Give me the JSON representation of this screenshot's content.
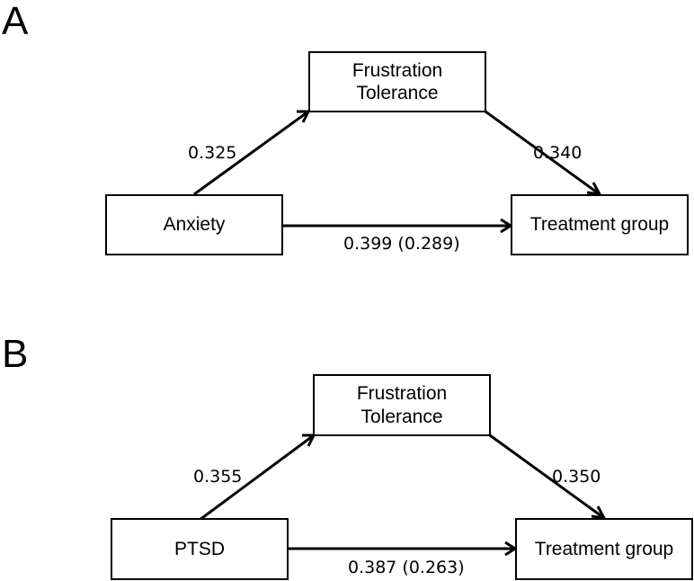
{
  "panels": [
    {
      "label": "A",
      "predictor": "Anxiety",
      "mediator_line1": "Frustration",
      "mediator_line2": "Tolerance",
      "outcome": "Treatment group",
      "path_a": "0.325",
      "path_b": "0.340",
      "path_c": "0.399 (0.289)"
    },
    {
      "label": "B",
      "predictor": "PTSD",
      "mediator_line1": "Frustration",
      "mediator_line2": "Tolerance",
      "outcome": "Treatment group",
      "path_a": "0.355",
      "path_b": "0.350",
      "path_c": "0.387 (0.263)"
    }
  ]
}
